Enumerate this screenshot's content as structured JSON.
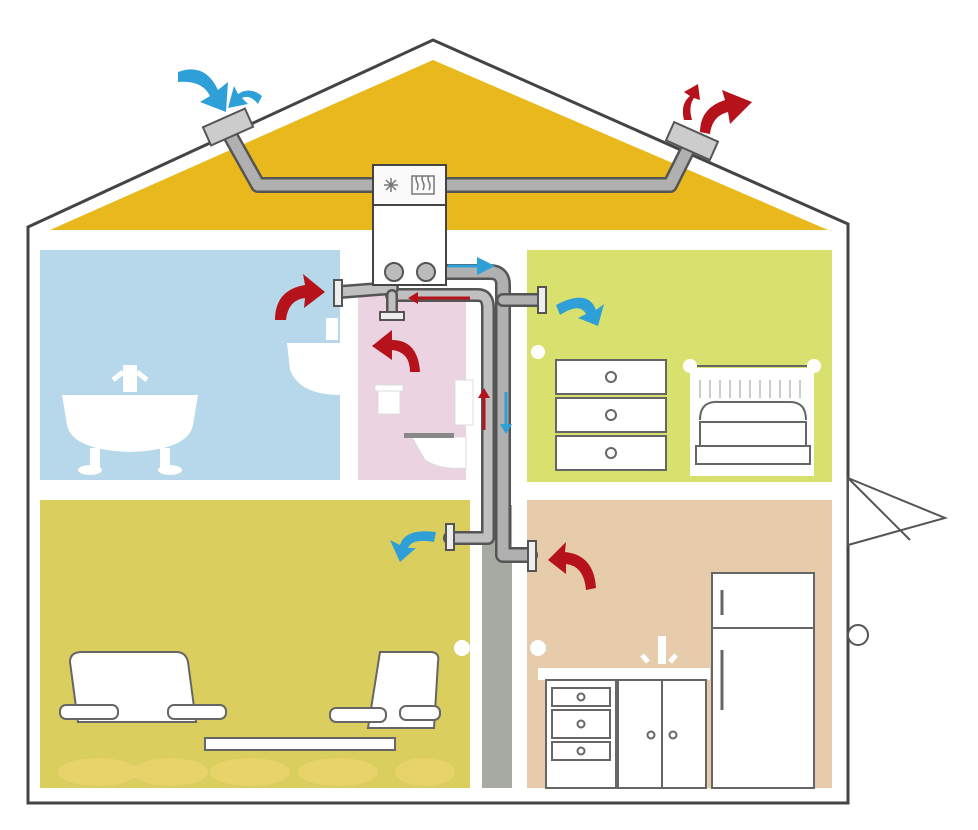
{
  "diagram": {
    "subject": "house-ventilation-heat-recovery",
    "colors": {
      "attic": "#e8b81c",
      "bathroom": "#b6d8ea",
      "toilet": "#ecd3e2",
      "bedroom": "#d9e16e",
      "living_room": "#d9ce5e",
      "kitchen": "#e6ccaa",
      "duct": "#a9a9a9",
      "duct_outline": "#555555",
      "fresh_air_arrow": "#2f9fd8",
      "stale_air_arrow": "#b5121b",
      "wall": "#ffffff",
      "outline": "#333333"
    },
    "icons": [
      "fan-icon",
      "heat-icon"
    ],
    "rooms": [
      "attic",
      "bathroom",
      "toilet",
      "bedroom",
      "living-room",
      "kitchen"
    ]
  }
}
